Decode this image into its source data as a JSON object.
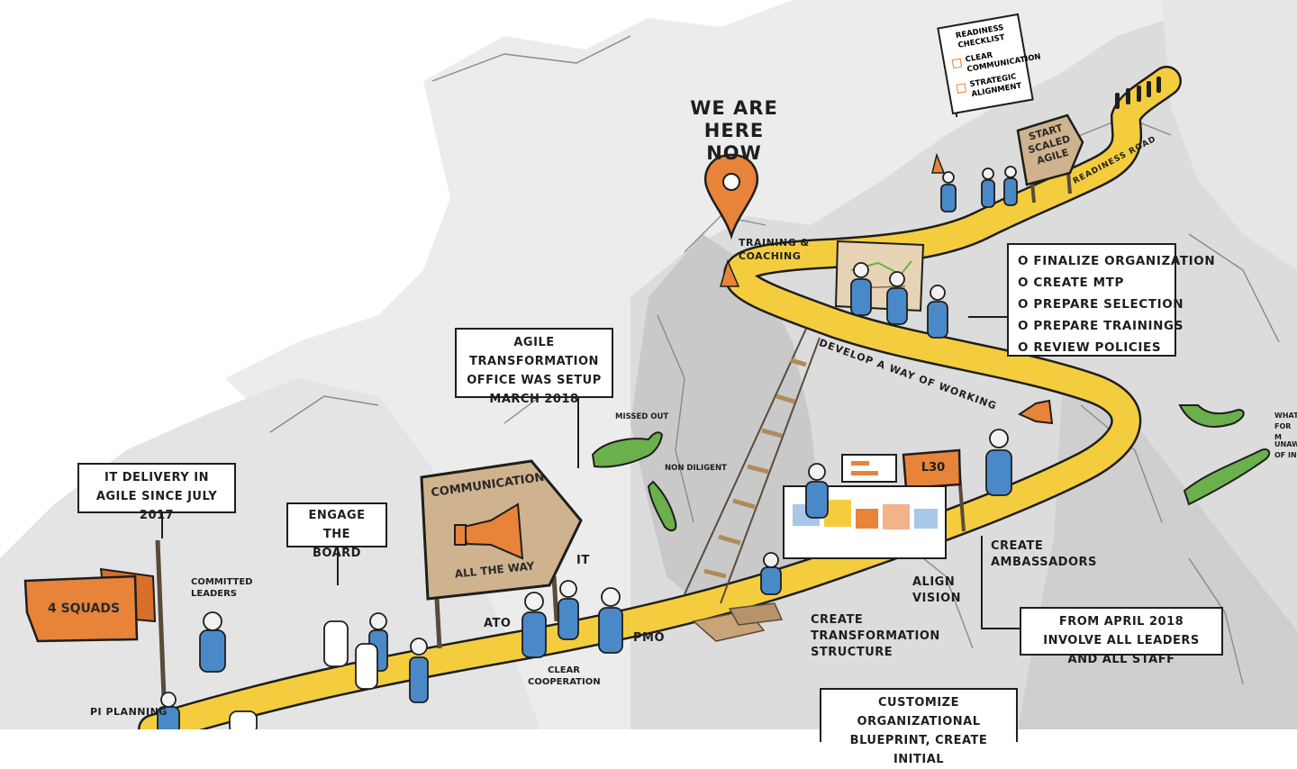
{
  "headline": {
    "line1": "WE ARE",
    "line2": "HERE NOW"
  },
  "checklist": {
    "title": "READINESS CHECKLIST",
    "items": [
      "CLEAR COMMUNICATION",
      "STRATEGIC ALIGNMENT"
    ]
  },
  "signs": {
    "start_scaled_agile": "START SCALED AGILE",
    "communication_top": "COMMUNICATION",
    "communication_bottom": "ALL THE WAY",
    "squads_flag": "4 SQUADS",
    "l30_flag": "L30"
  },
  "road_labels": {
    "readiness_road": "READINESS ROAD",
    "develop_way": "DEVELOP A WAY OF WORKING"
  },
  "boxes": {
    "ato_setup": "AGILE TRANSFORMATION OFFICE WAS SETUP MARCH 2018",
    "it_delivery": "IT DELIVERY IN AGILE SINCE JULY 2017",
    "engage_board": "ENGAGE THE BOARD",
    "april_2018": "FROM APRIL 2018 INVOLVE ALL LEADERS AND ALL STAFF",
    "customize": "CUSTOMIZE ORGANIZATIONAL BLUEPRINT, CREATE INITIAL"
  },
  "task_list": [
    "FINALIZE ORGANIZATION",
    "CREATE MTP",
    "PREPARE SELECTION",
    "PREPARE TRAININGS",
    "REVIEW POLICIES"
  ],
  "labels": {
    "training_coaching": "TRAINING & COACHING",
    "missed_out": "MISSED OUT",
    "non_diligent": "NON DILIGENT",
    "committed_leaders": "COMMITTED LEADERS",
    "it": "IT",
    "ato": "ATO",
    "pmo": "PMO",
    "clear_cooperation": "CLEAR COOPERATION",
    "create_ambassadors": "CREATE AMBASSADORS",
    "align_vision": "ALIGN VISION",
    "create_structure": "CREATE TRANSFORMATION STRUCTURE",
    "pi_planning": "PI PLANNING",
    "what_for": "WHAT FOR M",
    "unaware": "UNAWA OF IN"
  },
  "colors": {
    "road": "#f4cd3f",
    "accent_orange": "#e8833a",
    "people_blue": "#4a89c8",
    "crocodile_green": "#6ab04c",
    "mountain": "#d9d9d9",
    "ink": "#1e1e1e"
  },
  "icons": [
    "location-pin-icon",
    "megaphone-icon",
    "traffic-cone-icon",
    "crocodile-icon",
    "flag-icon"
  ]
}
